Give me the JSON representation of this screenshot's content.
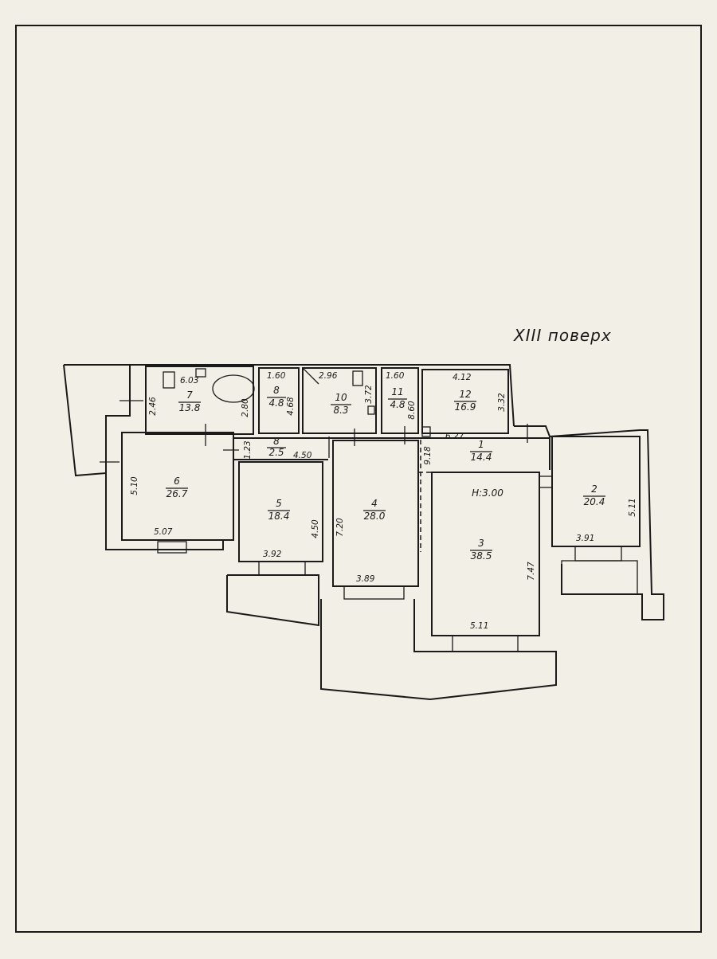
{
  "floor_title": "XIII поверх",
  "ceiling_height": "H:3.00",
  "rooms": [
    {
      "num": "1",
      "area": "14.4"
    },
    {
      "num": "2",
      "area": "20.4"
    },
    {
      "num": "3",
      "area": "38.5"
    },
    {
      "num": "4",
      "area": "28.0"
    },
    {
      "num": "5",
      "area": "18.4"
    },
    {
      "num": "6",
      "area": "26.7"
    },
    {
      "num": "7",
      "area": "13.8"
    },
    {
      "num": "8",
      "area": "4.8"
    },
    {
      "num": "8",
      "area": "2.5"
    },
    {
      "num": "10",
      "area": "8.3"
    },
    {
      "num": "11",
      "area": "4.8"
    },
    {
      "num": "12",
      "area": "16.9"
    }
  ],
  "dimensions": [
    "6.03",
    "2.46",
    "2.80",
    "1.60",
    "4.68",
    "2.96",
    "3.72",
    "1.60",
    "8.60",
    "4.12",
    "3.32",
    "6.27",
    "9.18",
    "5.11",
    "3.91",
    "7.47",
    "5.11",
    "3.89",
    "7.20",
    "4.50",
    "3.92",
    "4.50",
    "1.23",
    "5.10",
    "5.07"
  ]
}
